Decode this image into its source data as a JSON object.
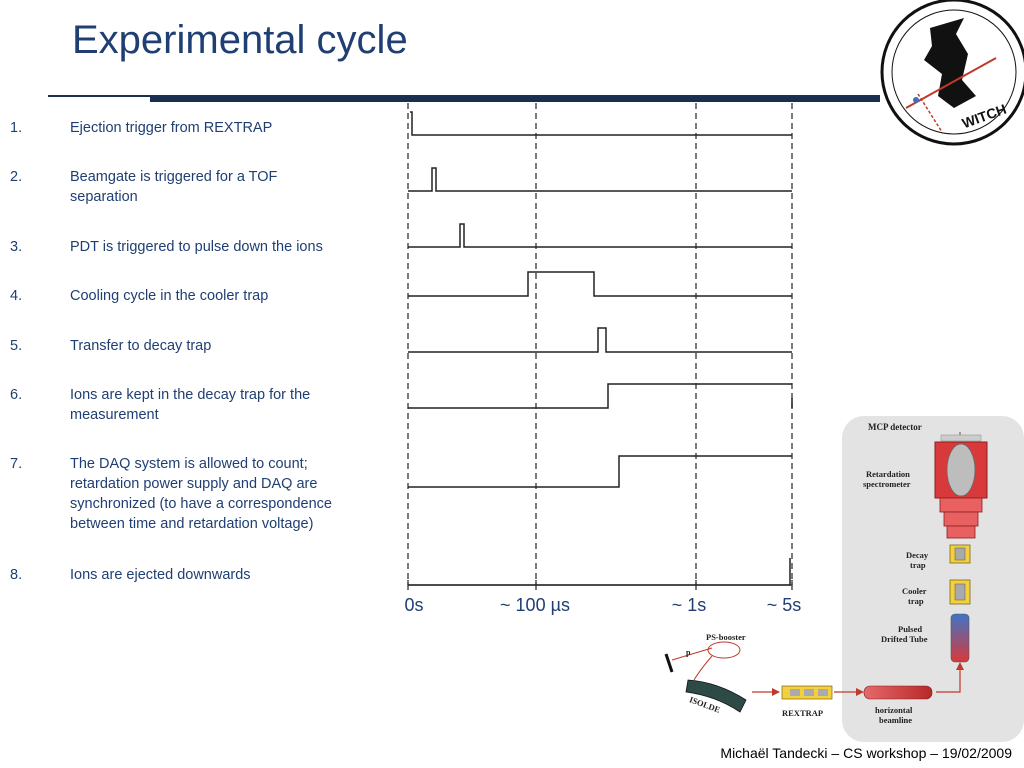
{
  "title": "Experimental cycle",
  "steps": [
    {
      "num": "1.",
      "lines": [
        "Ejection trigger from REXTRAP"
      ]
    },
    {
      "num": "2.",
      "lines": [
        "Beamgate is triggered for a TOF",
        "separation"
      ]
    },
    {
      "num": "3.",
      "lines": [
        "PDT is triggered to pulse down the ions"
      ]
    },
    {
      "num": "4.",
      "lines": [
        "Cooling cycle in the cooler trap"
      ]
    },
    {
      "num": "5.",
      "lines": [
        "Transfer to decay trap"
      ]
    },
    {
      "num": "6.",
      "lines": [
        "Ions are kept in the decay trap for the",
        "measurement"
      ]
    },
    {
      "num": "7.",
      "lines": [
        "The DAQ system is allowed to count;",
        "retardation power supply and DAQ are",
        "synchronized (to have a correspondence",
        "between time and retardation voltage)"
      ]
    },
    {
      "num": "8.",
      "lines": [
        "Ions are ejected downwards"
      ]
    }
  ],
  "time_labels": [
    "0s",
    "~ 100 µs",
    "~ 1s",
    "~ 5s"
  ],
  "schematic": {
    "mcp": "MCP detector",
    "retardation_1": "Retardation",
    "retardation_2": "spectrometer",
    "decay_1": "Decay",
    "decay_2": "trap",
    "cooler_1": "Cooler",
    "cooler_2": "trap",
    "pdt_1": "Pulsed",
    "pdt_2": "Drifted Tube",
    "psbooster": "PS-booster",
    "p": "p",
    "isolde": "ISOLDE",
    "rextrap": "REXTRAP",
    "horizontal_1": "horizontal",
    "horizontal_2": "beamline"
  },
  "logo_text": "WITCH",
  "footer": "Michaël Tandecki – CS workshop – 19/02/2009",
  "colors": {
    "title": "#1f3f73",
    "rule": "#1a2f50",
    "tube": "#d9393a"
  }
}
